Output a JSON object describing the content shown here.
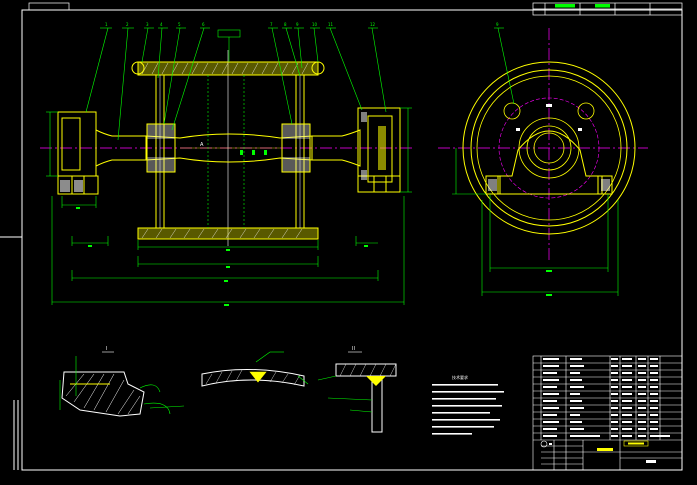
{
  "drawing": {
    "stamp": "",
    "colors": {
      "background": "#000000",
      "frame": "#ffffff",
      "outline": "#ffff00",
      "dimension": "#00ff00",
      "centerline": "#ff00ff",
      "hatch": "#ffffff"
    }
  },
  "views": {
    "detail_labels": [
      "I",
      "",
      "II"
    ],
    "center_mark": "A"
  },
  "notes": {
    "title": "技术要求",
    "lines": []
  },
  "title_block": {
    "drawing_title": "",
    "title": ""
  }
}
